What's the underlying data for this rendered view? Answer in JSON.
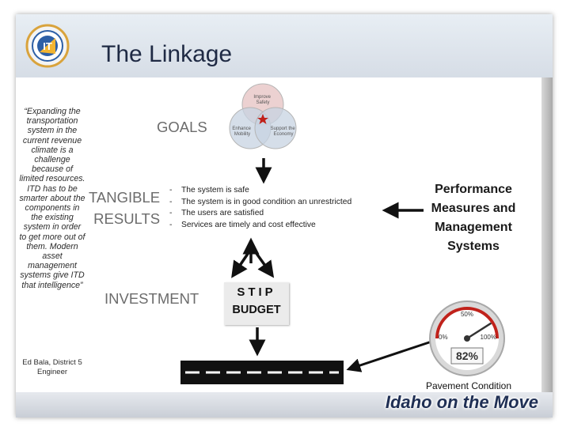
{
  "title": "The Linkage",
  "quote": "“Expanding the transportation system in the current revenue climate is a challenge because of limited resources. ITD has to be smarter about the components in the existing system in order to get more out of them. Modern asset management systems give ITD that intelligence”",
  "author": "Ed Bala, District 5 Engineer",
  "labels": {
    "goals": "GOALS",
    "tangible_line1": "TANGIBLE",
    "tangible_line2": "RESULTS",
    "investment": "INVESTMENT"
  },
  "venn": {
    "top": [
      "Improve",
      "Safety"
    ],
    "left": [
      "Enhance",
      "Mobility"
    ],
    "right": [
      "Support the",
      "Economy"
    ]
  },
  "results": [
    "The system is safe",
    "The system is in good condition an unrestricted",
    "The users are satisfied",
    "Services are timely and cost effective"
  ],
  "performance": [
    "Performance",
    "Measures and",
    "Management",
    "Systems"
  ],
  "stip": {
    "line1": "STIP",
    "line2": "BUDGET"
  },
  "gauge": {
    "mark_50": "50%",
    "mark_0": "0%",
    "mark_100": "100%",
    "reading": "82%",
    "value_fraction": 0.82
  },
  "pavement_label": "Pavement Condition",
  "tagline": "Idaho on the Move",
  "colors": {
    "venn_top": "#e9c9c9",
    "venn_side": "#c7d3e2",
    "arrow": "#111111",
    "gauge_red": "#c0221b",
    "title": "#1f2a44"
  }
}
